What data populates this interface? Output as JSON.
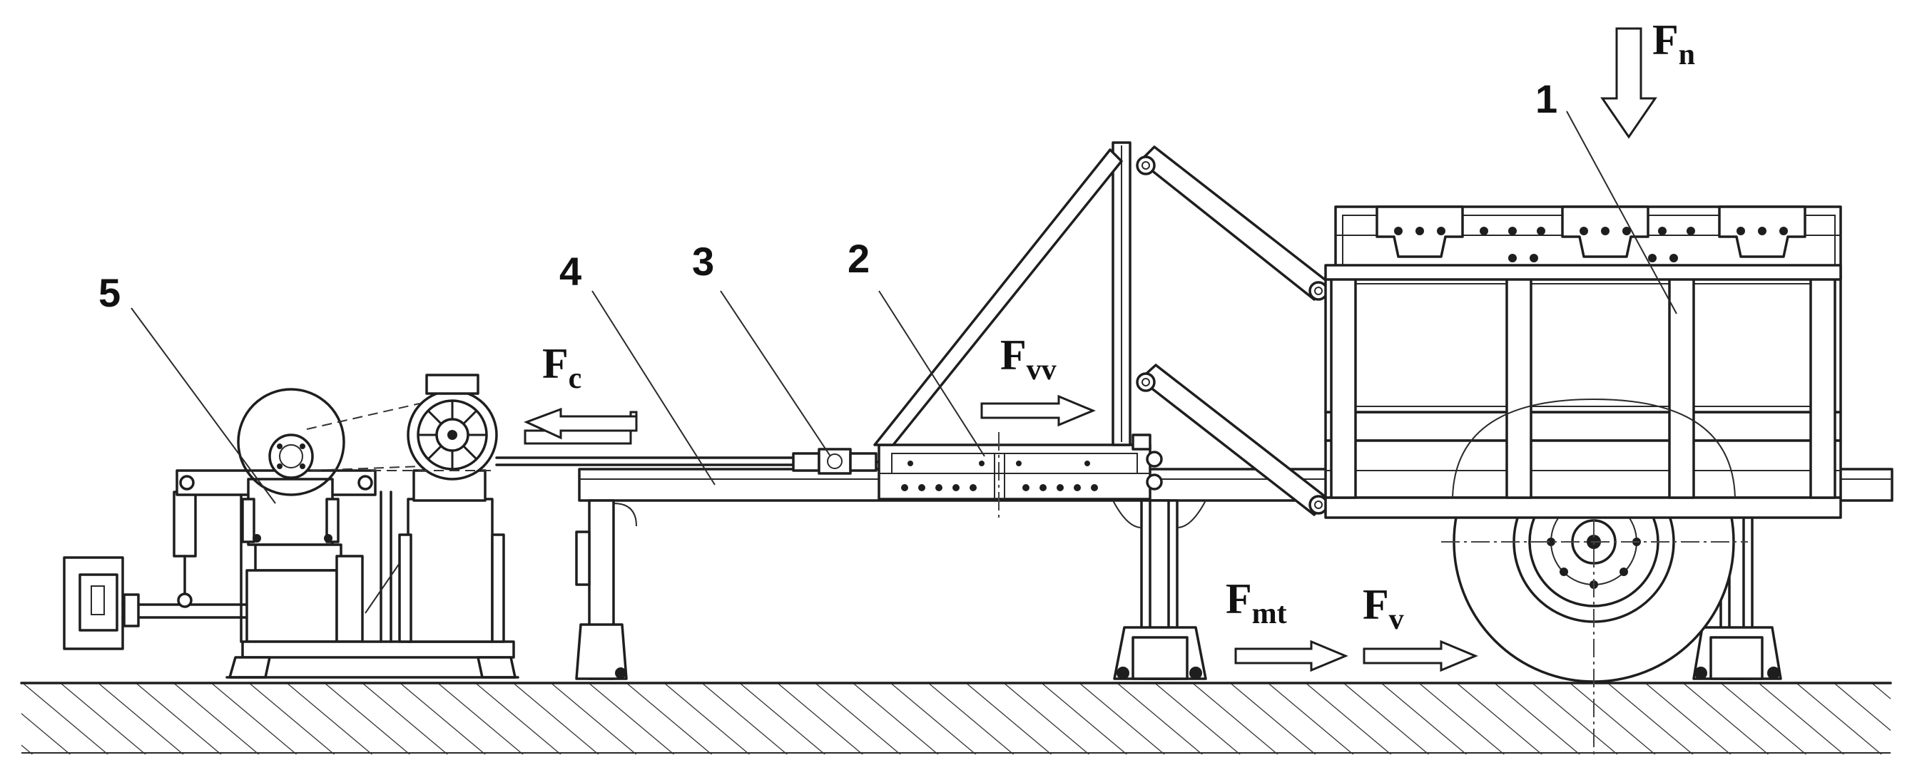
{
  "callouts": [
    {
      "id": "1",
      "label": "1"
    },
    {
      "id": "2",
      "label": "2"
    },
    {
      "id": "3",
      "label": "3"
    },
    {
      "id": "4",
      "label": "4"
    },
    {
      "id": "5",
      "label": "5"
    }
  ],
  "forces": {
    "fn": {
      "main": "F",
      "sub": "n"
    },
    "fc": {
      "main": "F",
      "sub": "c"
    },
    "fvv": {
      "main": "F",
      "sub": "vv"
    },
    "fmt": {
      "main": "F",
      "sub": "mt"
    },
    "fv": {
      "main": "F",
      "sub": "v"
    }
  }
}
